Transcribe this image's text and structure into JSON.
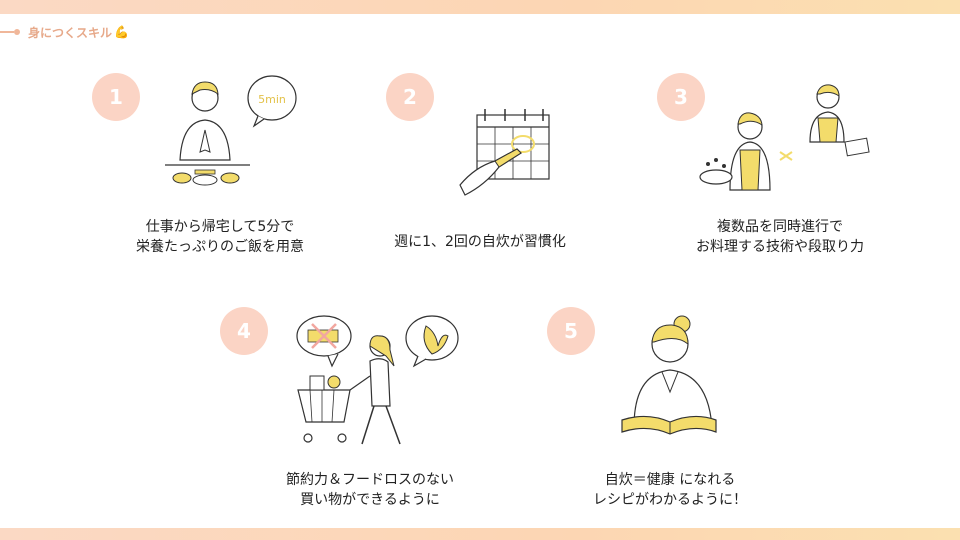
{
  "header": {
    "title": "身につくスキル",
    "emoji": "💪"
  },
  "items": [
    {
      "number": "1",
      "badge": "5min",
      "line1": "仕事から帰宅して5分で",
      "line2": "栄養たっぷりのご飯を用意"
    },
    {
      "number": "2",
      "line1": "週に1、2回の自炊が習慣化",
      "line2": ""
    },
    {
      "number": "3",
      "line1": "複数品を同時進行で",
      "line2": "お料理する技術や段取り力"
    },
    {
      "number": "4",
      "line1": "節約力＆フードロスのない",
      "line2": "買い物ができるように"
    },
    {
      "number": "5",
      "line1": "自炊＝健康 になれる",
      "line2": "レシピがわかるように！"
    }
  ],
  "colors": {
    "accent": "#fbd4c5",
    "yellow": "#f3dc6b",
    "header": "#e7a98a"
  }
}
